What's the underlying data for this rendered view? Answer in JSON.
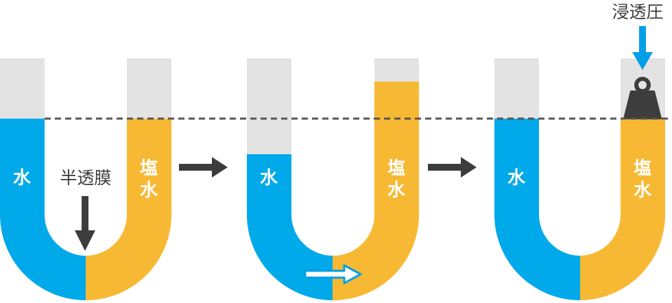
{
  "labels": {
    "water": "水",
    "salt_top": "塩",
    "salt_bottom": "水",
    "membrane": "半透膜",
    "osmotic_pressure": "浸透圧"
  },
  "colors": {
    "water": "#00a9e9",
    "salt_water": "#f7b934",
    "tube_empty": "#e3e3e3",
    "arrow_dark": "#3d3d3d",
    "arrow_blue": "#009fe6",
    "dashed_line": "#555555",
    "weight": "#3d3d3d"
  },
  "icons": {
    "flow_arrow": "right-arrow-icon",
    "membrane_pointer": "down-arrow-icon",
    "water_movement": "outlined-right-arrow-icon",
    "pressure_pointer": "down-arrow-icon",
    "weight": "weight-icon"
  }
}
